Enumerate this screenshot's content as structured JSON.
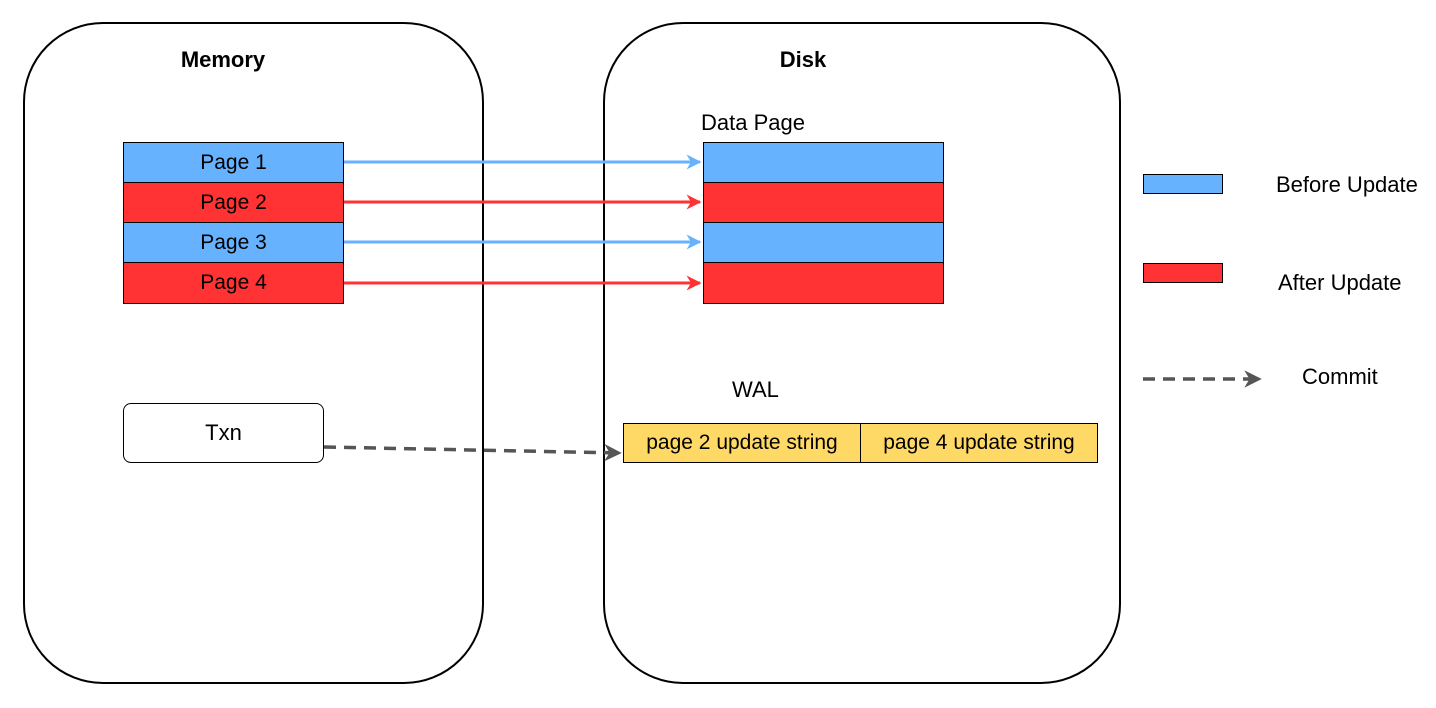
{
  "memory": {
    "title": "Memory",
    "pages": [
      {
        "label": "Page 1",
        "state": "before"
      },
      {
        "label": "Page 2",
        "state": "after"
      },
      {
        "label": "Page 3",
        "state": "before"
      },
      {
        "label": "Page 4",
        "state": "after"
      }
    ],
    "txn_label": "Txn"
  },
  "disk": {
    "title": "Disk",
    "data_page_label": "Data Page",
    "data_pages": [
      "before",
      "after",
      "before",
      "after"
    ],
    "wal_label": "WAL",
    "wal_entries": [
      "page 2 update string",
      "page 4 update string"
    ]
  },
  "legend": {
    "before_update": "Before Update",
    "after_update": "After Update",
    "commit": "Commit"
  },
  "colors": {
    "before": "#66b2ff",
    "after": "#ff3333",
    "wal": "#ffd966",
    "commit": "#555555"
  }
}
